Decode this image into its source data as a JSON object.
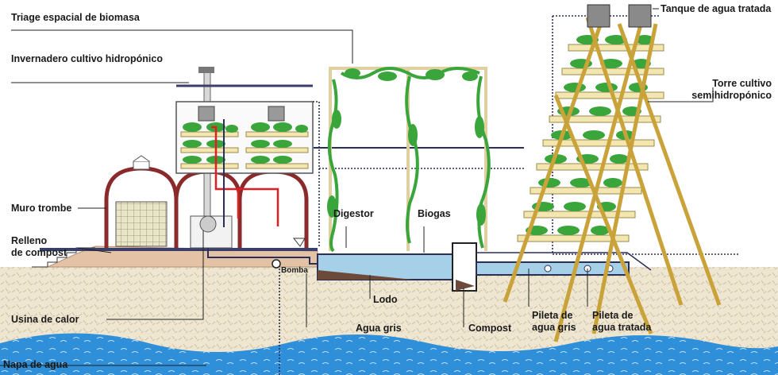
{
  "labels": {
    "triage": "Triage espacial de biomasa",
    "invernadero": "Invernadero cultivo hidropónico",
    "muro": "Muro trombe",
    "relleno": [
      "Relleno",
      "de compost"
    ],
    "usina": "Usina de calor",
    "napa": "Napa de agua",
    "bomba": "Bomba",
    "digestor": "Digestor",
    "biogas": "Biogas",
    "lodo": "Lodo",
    "agua_gris": "Agua gris",
    "compost": "Compost",
    "pileta_gris": [
      "Pileta de",
      "agua gris"
    ],
    "pileta_tratada": [
      "Pileta de",
      "agua tratada"
    ],
    "tanque": "Tanque de agua tratada",
    "torre": [
      "Torre cultivo",
      "semihidropónico"
    ]
  },
  "colors": {
    "ground": "#efe6d2",
    "water": "#2f8fd8",
    "soil": "#e3c2a6",
    "arch": "#8b2a2a",
    "plant": "#3aa53a",
    "wood": "#caa23a",
    "pipe": "#2a2f5a",
    "red_pipe": "#e02020"
  }
}
